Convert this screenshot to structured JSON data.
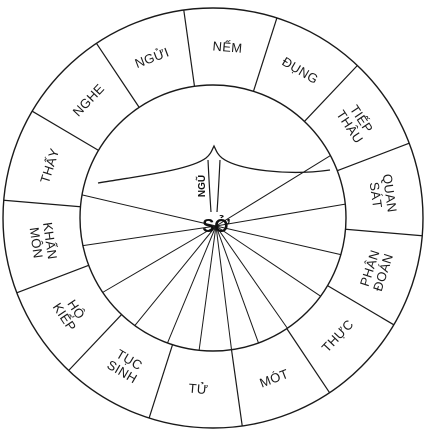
{
  "center": {
    "label": "SỞ",
    "stem_label": "NGŨ"
  },
  "segments": [
    {
      "lines": [
        "NẾM"
      ]
    },
    {
      "lines": [
        "ĐỤNG"
      ]
    },
    {
      "lines": [
        "TIẾP",
        "THÂU"
      ]
    },
    {
      "lines": [
        "QUAN",
        "SÁT"
      ]
    },
    {
      "lines": [
        "PHÂN",
        "ĐOÁN"
      ]
    },
    {
      "lines": [
        "THỰC"
      ]
    },
    {
      "lines": [
        "MÓT"
      ]
    },
    {
      "lines": [
        "TỬ"
      ]
    },
    {
      "lines": [
        "TỤC",
        "SINH"
      ]
    },
    {
      "lines": [
        "HỘ",
        "KIẾP"
      ]
    },
    {
      "lines": [
        "KHẨN",
        "MÔN"
      ]
    },
    {
      "lines": [
        "THẤY"
      ]
    },
    {
      "lines": [
        "NGHE"
      ]
    },
    {
      "lines": [
        "NGỬI"
      ]
    }
  ],
  "colors": {
    "stroke": "#1a1a1a",
    "background": "#ffffff"
  }
}
